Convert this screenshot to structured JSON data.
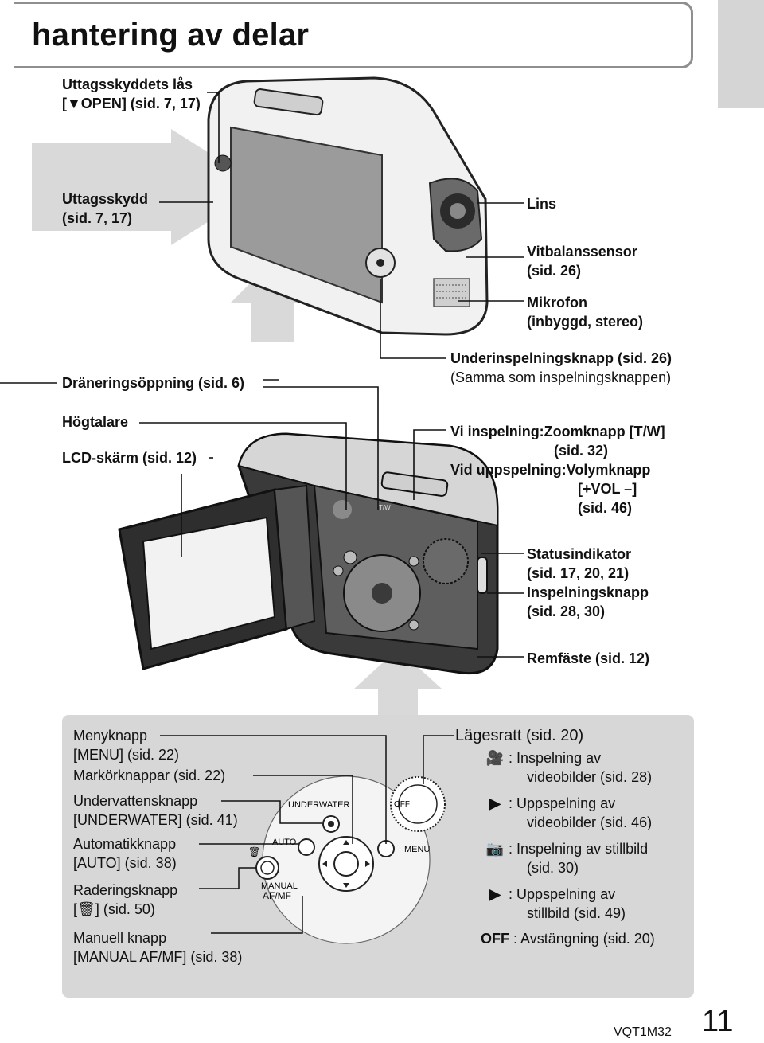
{
  "page": {
    "title": "hantering av delar",
    "code": "VQT1M32",
    "number": "11"
  },
  "labels": {
    "outlet_lock_1": "Uttagsskyddets lås",
    "outlet_lock_2": "[▼OPEN] (sid. 7, 17)",
    "outlet_cover_1": "Uttagsskydd",
    "outlet_cover_2": "(sid. 7, 17)",
    "lens": "Lins",
    "wb_sensor_1": "Vitbalanssensor",
    "wb_sensor_2": "(sid. 26)",
    "mic_1": "Mikrofon",
    "mic_2": "(inbyggd, stereo)",
    "drain": "Dräneringsöppning (sid. 6)",
    "sub_rec_1": "Underinspelningsknapp (sid. 26)",
    "sub_rec_2": "(Samma som inspelningsknappen)",
    "speaker": "Högtalare",
    "lcd": "LCD-skärm (sid. 12)",
    "zoom_1": "Vi inspelning:Zoomknapp [T/W]",
    "zoom_2": "(sid. 32)",
    "zoom_3": "Vid uppspelning:Volymknapp",
    "zoom_4": "[+VOL –]",
    "zoom_5": "(sid. 46)",
    "status_1": "Statusindikator",
    "status_2": "(sid. 17, 20, 21)",
    "rec_btn_1": "Inspelningsknapp",
    "rec_btn_2": "(sid. 28, 30)",
    "strap": "Remfäste (sid. 12)"
  },
  "camera": {
    "zoom_marking": "T/W",
    "underwater_label": "UNDERWATER",
    "auto_label": "AUTO",
    "manual_label_1": "MANUAL",
    "manual_label_2": "AF/MF",
    "menu_label": "MENU",
    "off_label": "OFF"
  },
  "panel": {
    "menu_1": "Menyknapp",
    "menu_2": "[MENU] (sid. 22)",
    "cursor": "Markörknappar (sid. 22)",
    "underwater_1": "Undervattensknapp",
    "underwater_2": "[UNDERWATER] (sid. 41)",
    "auto_1": "Automatikknapp",
    "auto_2": "[AUTO] (sid. 38)",
    "delete_1": "Raderingsknapp",
    "delete_2": "[🗑] (sid. 50)",
    "manual_1": "Manuell knapp",
    "manual_2": "[MANUAL AF/MF] (sid. 38)",
    "mode_title": "Lägesratt (sid. 20)",
    "modes": [
      {
        "icon": "video-camera-icon",
        "line1": ": Inspelning av",
        "line2": "videobilder (sid. 28)"
      },
      {
        "icon": "play-icon",
        "line1": ": Uppspelning av",
        "line2": "videobilder (sid. 46)"
      },
      {
        "icon": "camera-icon",
        "line1": ": Inspelning av stillbild",
        "line2": "(sid. 30)"
      },
      {
        "icon": "photo-play-icon",
        "line1": ": Uppspelning av",
        "line2": "stillbild (sid. 49)"
      },
      {
        "icon": "off-text",
        "icon_text": "OFF",
        "line1": ": Avstängning (sid. 20)",
        "line2": ""
      }
    ]
  }
}
